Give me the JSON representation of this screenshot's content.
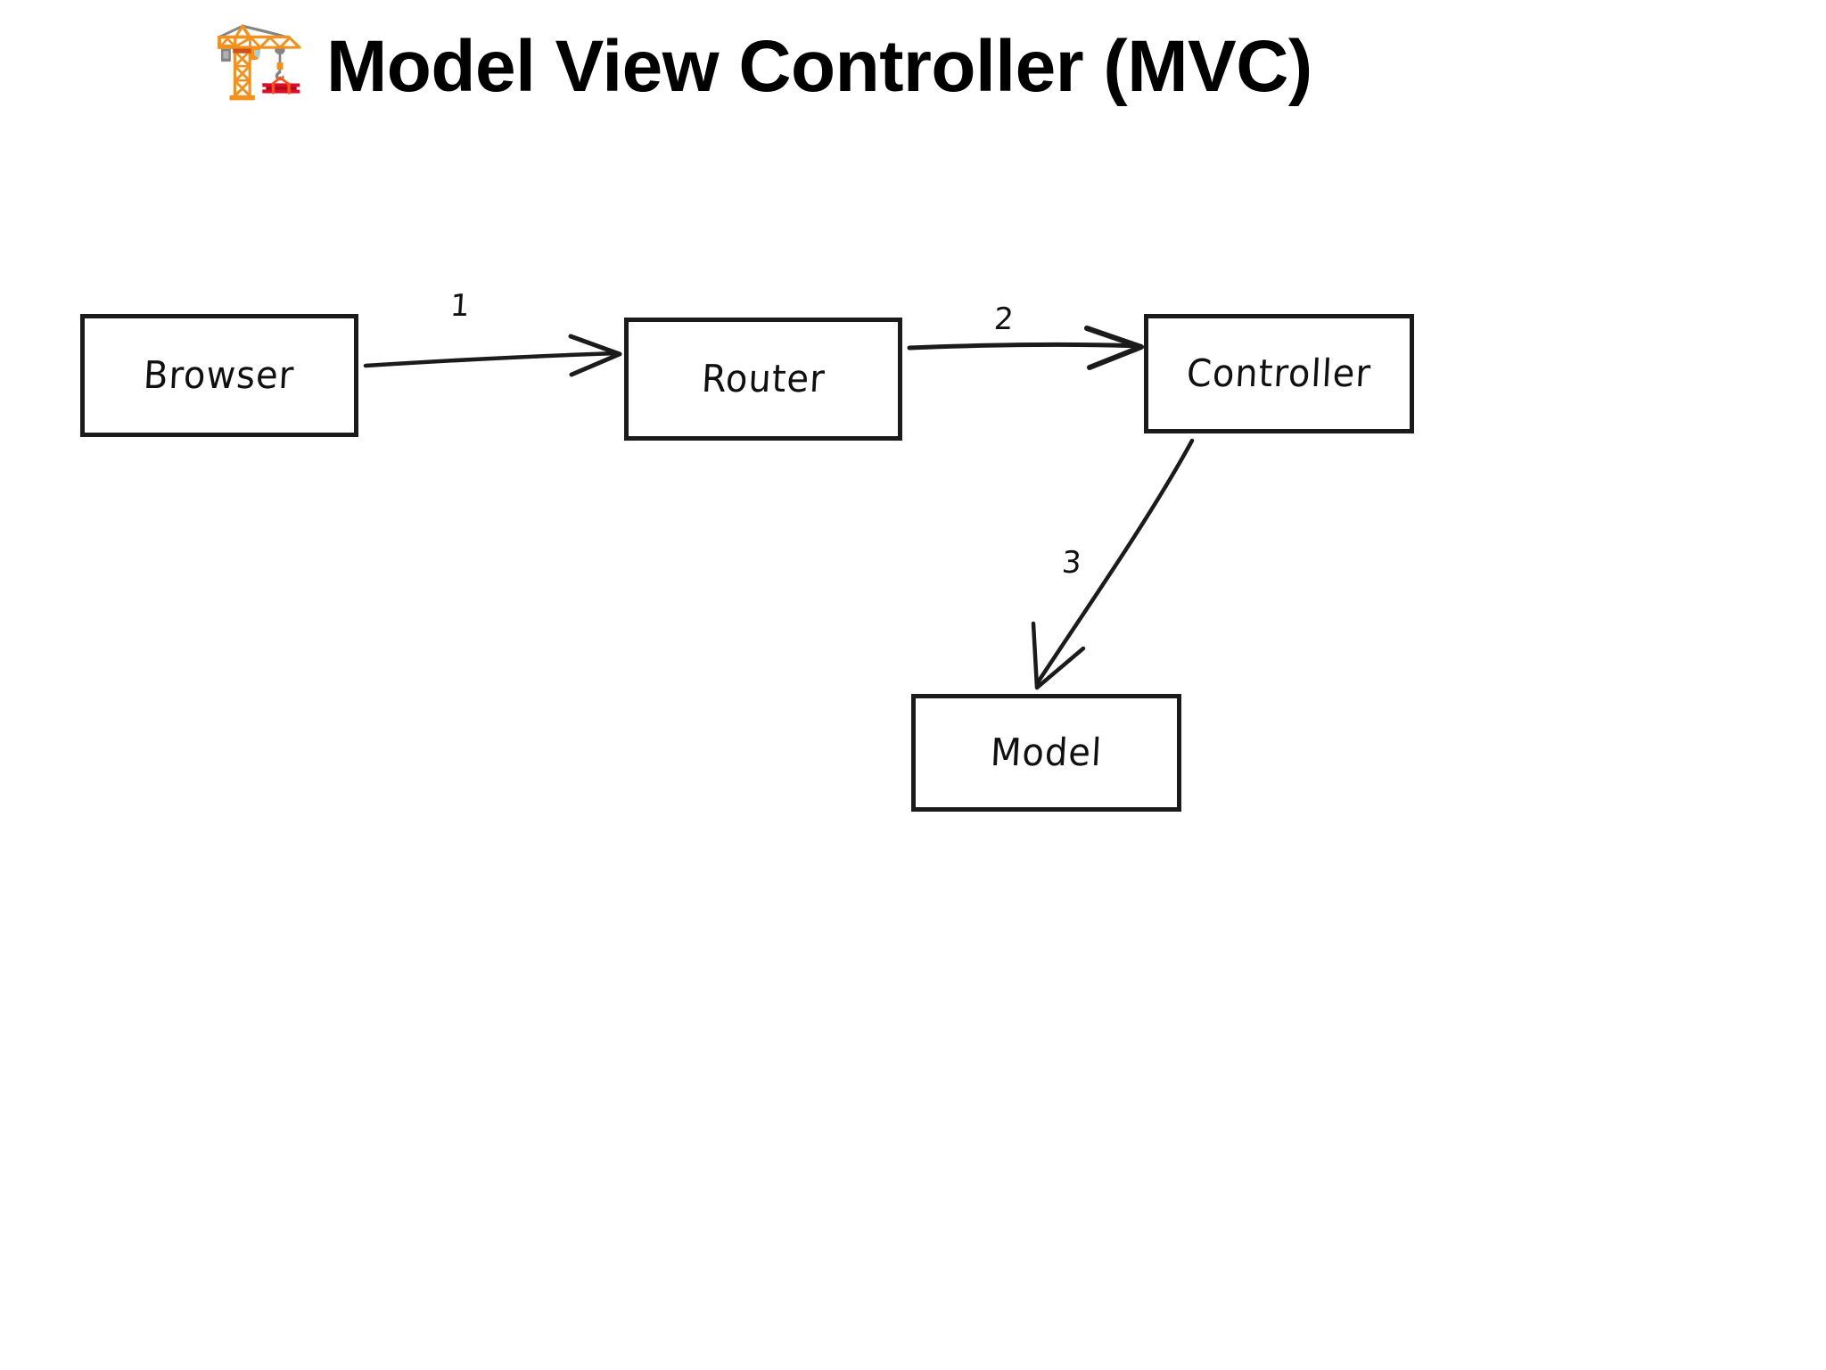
{
  "header": {
    "emoji": "🏗️",
    "emoji_name": "construction-crane-emoji",
    "title": "Model View Controller (MVC)"
  },
  "diagram": {
    "type": "flowchart",
    "style": "hand-drawn",
    "background_color": "#ffffff",
    "stroke_color": "#1b1b1b",
    "nodes": [
      {
        "id": "browser",
        "label": "Browser"
      },
      {
        "id": "router",
        "label": "Router"
      },
      {
        "id": "controller",
        "label": "Controller"
      },
      {
        "id": "model",
        "label": "Model"
      }
    ],
    "edges": [
      {
        "id": "e1",
        "label": "1",
        "from": "browser",
        "to": "router"
      },
      {
        "id": "e2",
        "label": "2",
        "from": "router",
        "to": "controller"
      },
      {
        "id": "e3",
        "label": "3",
        "from": "controller",
        "to": "model"
      }
    ]
  }
}
